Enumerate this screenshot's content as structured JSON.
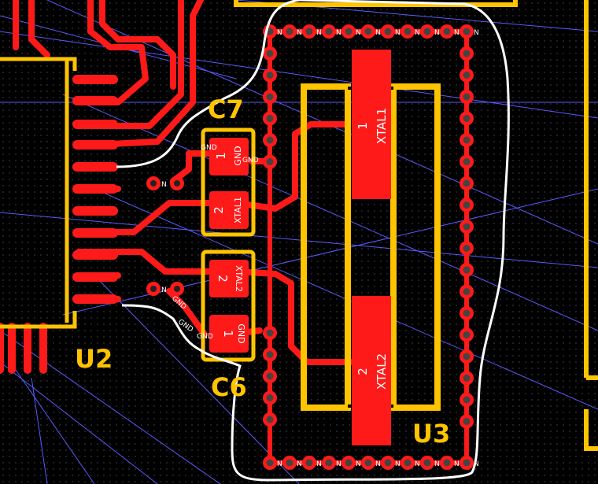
{
  "colors": {
    "copper": "#ff1a1a",
    "silkscreen": "#ffc400",
    "ratsnest": "#5a5aff",
    "outline": "#ffffff",
    "background": "#000000"
  },
  "components": {
    "u2": "U2",
    "u3": "U3",
    "c6": "C6",
    "c7": "C7"
  },
  "pads": {
    "xtal1_num": "1",
    "xtal1_name": "XTAL1",
    "xtal2_num": "2",
    "xtal2_name": "XTAL2",
    "c7_pad1_num": "1",
    "c7_pad1_net": "GND",
    "c7_pad2_num": "2",
    "c7_pad2_net": "XTAL1",
    "c6_pad1_num": "1",
    "c6_pad1_net": "GND",
    "c6_pad2_num": "2",
    "c6_pad2_net": "XTAL2",
    "gnd": "GND",
    "n": "N"
  }
}
